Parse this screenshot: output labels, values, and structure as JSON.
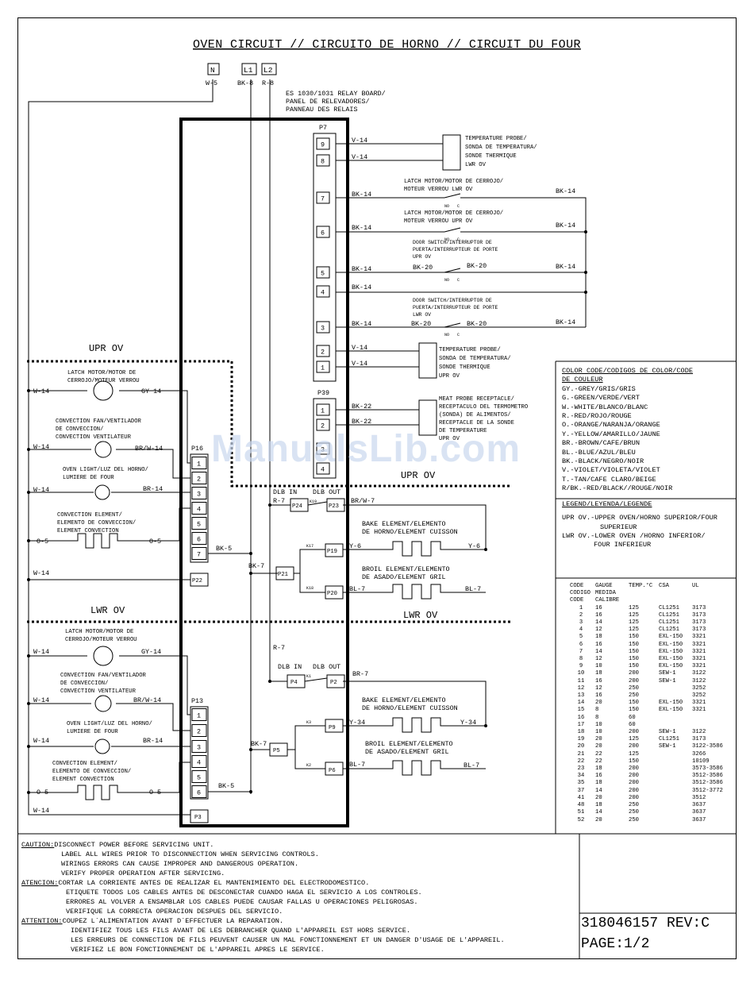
{
  "title": "OVEN CIRCUIT // CIRCUITO DE HORNO // CIRCUIT DU FOUR",
  "terminals": [
    {
      "name": "N",
      "wire": "W-5"
    },
    {
      "name": "L1",
      "wire": "BK-8"
    },
    {
      "name": "L2",
      "wire": "R-8"
    }
  ],
  "relay_board": [
    "ES 1030/1031 RELAY BOARD/",
    "PANEL DE RELEVADORES/",
    "PANNEAU DES RELAIS"
  ],
  "connectors": {
    "p7": {
      "label": "P7",
      "pins": [
        "9",
        "8",
        "7",
        "6",
        "5",
        "4",
        "3",
        "2",
        "1"
      ]
    },
    "p39": {
      "label": "P39",
      "pins": [
        "1",
        "2",
        "3",
        "4"
      ]
    },
    "p16": {
      "label": "P16",
      "pins": [
        "1",
        "2",
        "3",
        "4",
        "5",
        "6",
        "7"
      ]
    },
    "p13": {
      "label": "P13",
      "pins": [
        "1",
        "2",
        "3",
        "4",
        "5",
        "6"
      ]
    },
    "relays": [
      "P24",
      "P23",
      "P19",
      "P20",
      "P21",
      "P22",
      "P4",
      "P2",
      "P9",
      "P6",
      "P5",
      "P3"
    ],
    "relay_contacts": [
      "K19",
      "K17",
      "K18",
      "K1",
      "K3",
      "K2"
    ]
  },
  "sections": {
    "upper": "UPR OV",
    "lower": "LWR OV"
  },
  "components": {
    "temp_probe": [
      "TEMPERATURE PROBE/",
      "SONDA DE TEMPERATURA/",
      "SONDE THERMIQUE"
    ],
    "temp_probe_lwr": "LWR OV",
    "temp_probe_upr": "UPR OV",
    "latch_lwr": [
      "LATCH MOTOR/MOTOR DE CERROJO/",
      "MOTEUR VERROU LWR OV"
    ],
    "latch_upr": [
      "LATCH MOTOR/MOTOR DE CERROJO/",
      "MOTEUR VERROU UPR OV"
    ],
    "door_upr": [
      "DOOR SWITCH/INTERRUPTOR DE",
      "PUERTA/INTERRUPTEUR DE PORTE",
      "UPR OV"
    ],
    "door_lwr": [
      "DOOR SWITCH/INTERRUPTOR DE",
      "PUERTA/INTERRUPTEUR DE PORTE",
      "LWR OV"
    ],
    "meat_probe": [
      "MEAT PROBE RECEPTACLE/",
      "RECEPTACULO DEL TERMOMETRO",
      "(SONDA) DE ALIMENTOS/",
      "RECEPTACLE DE LA SONDE",
      "DE TEMPERATURE",
      "UPR OV"
    ],
    "latch_motor": [
      "LATCH MOTOR/MOTOR DE",
      "CERROJO/MOTEUR VERROU"
    ],
    "conv_fan": [
      "CONVECTION FAN/VENTILADOR",
      "DE CONVECCION/",
      "CONVECTION VENTILATEUR"
    ],
    "oven_light": [
      "OVEN LIGHT/LUZ DEL HORNO/",
      "LUMIERE DE FOUR"
    ],
    "conv_element": [
      "CONVECTION ELEMENT/",
      "ELEMENTO DE CONVECCION/",
      "ELEMENT CONVECTION"
    ],
    "conv_element_lwr": [
      "CONVECTION ELEMENT/",
      "ELEMENTO DE CONVECCION/",
      "ELEMENT CONVECTION"
    ],
    "bake": [
      "BAKE ELEMENT/ELEMENTO",
      "DE HORNO/ELEMENT CUISSON"
    ],
    "broil": [
      "BROIL ELEMENT/ELEMENTO",
      "DE ASADO/ELEMENT GRIL"
    ],
    "dlb_in": "DLB IN",
    "dlb_out": "DLB OUT",
    "no": "NO",
    "c": "C"
  },
  "wires": {
    "v14": "V-14",
    "bk14": "BK-14",
    "bk20": "BK-20",
    "bk22": "BK-22",
    "w14": "W-14",
    "gy14": "GY 14",
    "gy14b": "GY-14",
    "brw14": "BR/W-14",
    "br14": "BR-14",
    "o5": "O-5",
    "bk5": "BK-5",
    "bk7": "BK-7",
    "r7": "R-7",
    "brw7": "BR/W-7",
    "br7": "BR-7",
    "y6": "Y-6",
    "bl7": "BL-7",
    "y34": "Y-34"
  },
  "legend": {
    "color_title": [
      "COLOR CODE/CODIGOS DE COLOR/CODE",
      "DE COULEUR"
    ],
    "colors": [
      "GY.-GREY/GRIS/GRIS",
      "G.-GREEN/VERDE/VERT",
      "W.-WHITE/BLANCO/BLANC",
      "R.-RED/ROJO/ROUGE",
      "O.-ORANGE/NARANJA/ORANGE",
      "Y.-YELLOW/AMARILLO/JAUNE",
      "BR.-BROWN/CAFE/BRUN",
      "BL.-BLUE/AZUL/BLEU",
      "BK.-BLACK/NEGRO/NOIR",
      "V.-VIOLET/VIOLETA/VIOLET",
      "T.-TAN/CAFE CLARO/BEIGE",
      "R/BK.-RED/BLACK//ROUGE/NOIR"
    ],
    "legend_title": "LEGEND/LEYENDA/LEGENDE",
    "ov_lines": [
      "UPR OV.-UPPER OVEN/HORNO SUPERIOR/FOUR",
      "SUPERIEUR",
      "LWR OV.-LOWER OVEN /HORNO INFERIOR/",
      "FOUR INFERIEUR"
    ]
  },
  "codes": {
    "headers": [
      [
        "CODE",
        "CODIGO",
        "CODE"
      ],
      [
        "GAUGE",
        "MEDIDA",
        "CALIBRE"
      ],
      [
        "TEMP.°C"
      ],
      [
        "CSA"
      ],
      [
        "UL"
      ]
    ],
    "rows": [
      [
        "1",
        "16",
        "125",
        "CL1251",
        "3173"
      ],
      [
        "2",
        "16",
        "125",
        "CL1251",
        "3173"
      ],
      [
        "3",
        "14",
        "125",
        "CL1251",
        "3173"
      ],
      [
        "4",
        "12",
        "125",
        "CL1251",
        "3173"
      ],
      [
        "5",
        "18",
        "150",
        "EXL-150",
        "3321"
      ],
      [
        "6",
        "16",
        "150",
        "EXL-150",
        "3321"
      ],
      [
        "7",
        "14",
        "150",
        "EXL-150",
        "3321"
      ],
      [
        "8",
        "12",
        "150",
        "EXL-150",
        "3321"
      ],
      [
        "9",
        "10",
        "150",
        "EXL-150",
        "3321"
      ],
      [
        "10",
        "18",
        "200",
        "SEW-1",
        "3122"
      ],
      [
        "11",
        "16",
        "200",
        "SEW-1",
        "3122"
      ],
      [
        "12",
        "12",
        "250",
        "",
        "3252"
      ],
      [
        "13",
        "16",
        "250",
        "",
        "3252"
      ],
      [
        "14",
        "20",
        "150",
        "EXL-150",
        "3321"
      ],
      [
        "15",
        "8",
        "150",
        "EXL-150",
        "3321"
      ],
      [
        "16",
        "8",
        "60",
        "",
        ""
      ],
      [
        "17",
        "10",
        "60",
        "",
        ""
      ],
      [
        "18",
        "10",
        "200",
        "SEW-1",
        "3122"
      ],
      [
        "19",
        "20",
        "125",
        "CL1251",
        "3173"
      ],
      [
        "20",
        "20",
        "200",
        "SEW-1",
        "3122-3586"
      ],
      [
        "21",
        "22",
        "125",
        "",
        "3266"
      ],
      [
        "22",
        "22",
        "150",
        "",
        "10109"
      ],
      [
        "23",
        "18",
        "200",
        "",
        "3573-3586"
      ],
      [
        "34",
        "16",
        "200",
        "",
        "3512-3586"
      ],
      [
        "35",
        "18",
        "200",
        "",
        "3512-3586"
      ],
      [
        "37",
        "14",
        "200",
        "",
        "3512-3772"
      ],
      [
        "41",
        "20",
        "200",
        "",
        "3512"
      ],
      [
        "48",
        "18",
        "250",
        "",
        "3637"
      ],
      [
        "51",
        "14",
        "250",
        "",
        "3637"
      ],
      [
        "52",
        "20",
        "250",
        "",
        "3637"
      ]
    ]
  },
  "notes": {
    "caution_label": "CAUTION:",
    "caution": [
      "DISCONNECT POWER BEFORE SERVICING UNIT.",
      "LABEL ALL WIRES PRIOR TO DISCONNECTION WHEN SERVICING CONTROLS.",
      "WIRINGS ERRORS CAN CAUSE IMPROPER AND DANGEROUS OPERATION.",
      "VERIFY PROPER OPERATION AFTER SERVICING."
    ],
    "atencion_label": "ATENCION:",
    "atencion": [
      "CORTAR LA CORRIENTE ANTES DE REALIZAR EL MANTENIMIENTO DEL ELECTRODOMESTICO.",
      "ETIQUETE TODOS LOS CABLES ANTES DE DESCONECTAR CUANDO HAGA EL SERVICIO A LOS CONTROLES.",
      "ERRORES AL VOLVER A ENSAMBLAR LOS CABLES PUEDE CAUSAR FALLAS U OPERACIONES PELIGROSAS.",
      "VERIFIQUE LA CORRECTA OPERACION DESPUES DEL SERVICIO."
    ],
    "attention_label": "ATTENTION:",
    "attention": [
      "COUPEZ L`ALIMENTATION AVANT D`EFFECTUER LA REPARATION.",
      "IDENTIFIEZ TOUS LES FILS AVANT DE LES DEBRANCHER QUAND L'APPAREIL EST HORS SERVICE.",
      "LES ERREURS DE CONNECTION DE FILS PEUVENT CAUSER UN MAL FONCTIONNEMENT ET UN DANGER D'USAGE DE L'APPAREIL.",
      "VERIFIEZ LE BON FONCTIONNEMENT DE L'APPAREIL APRES LE SERVICE."
    ]
  },
  "part": {
    "number": "318046157 REV:C",
    "page": "PAGE:1/2"
  },
  "watermark": "ManualsLib.com"
}
